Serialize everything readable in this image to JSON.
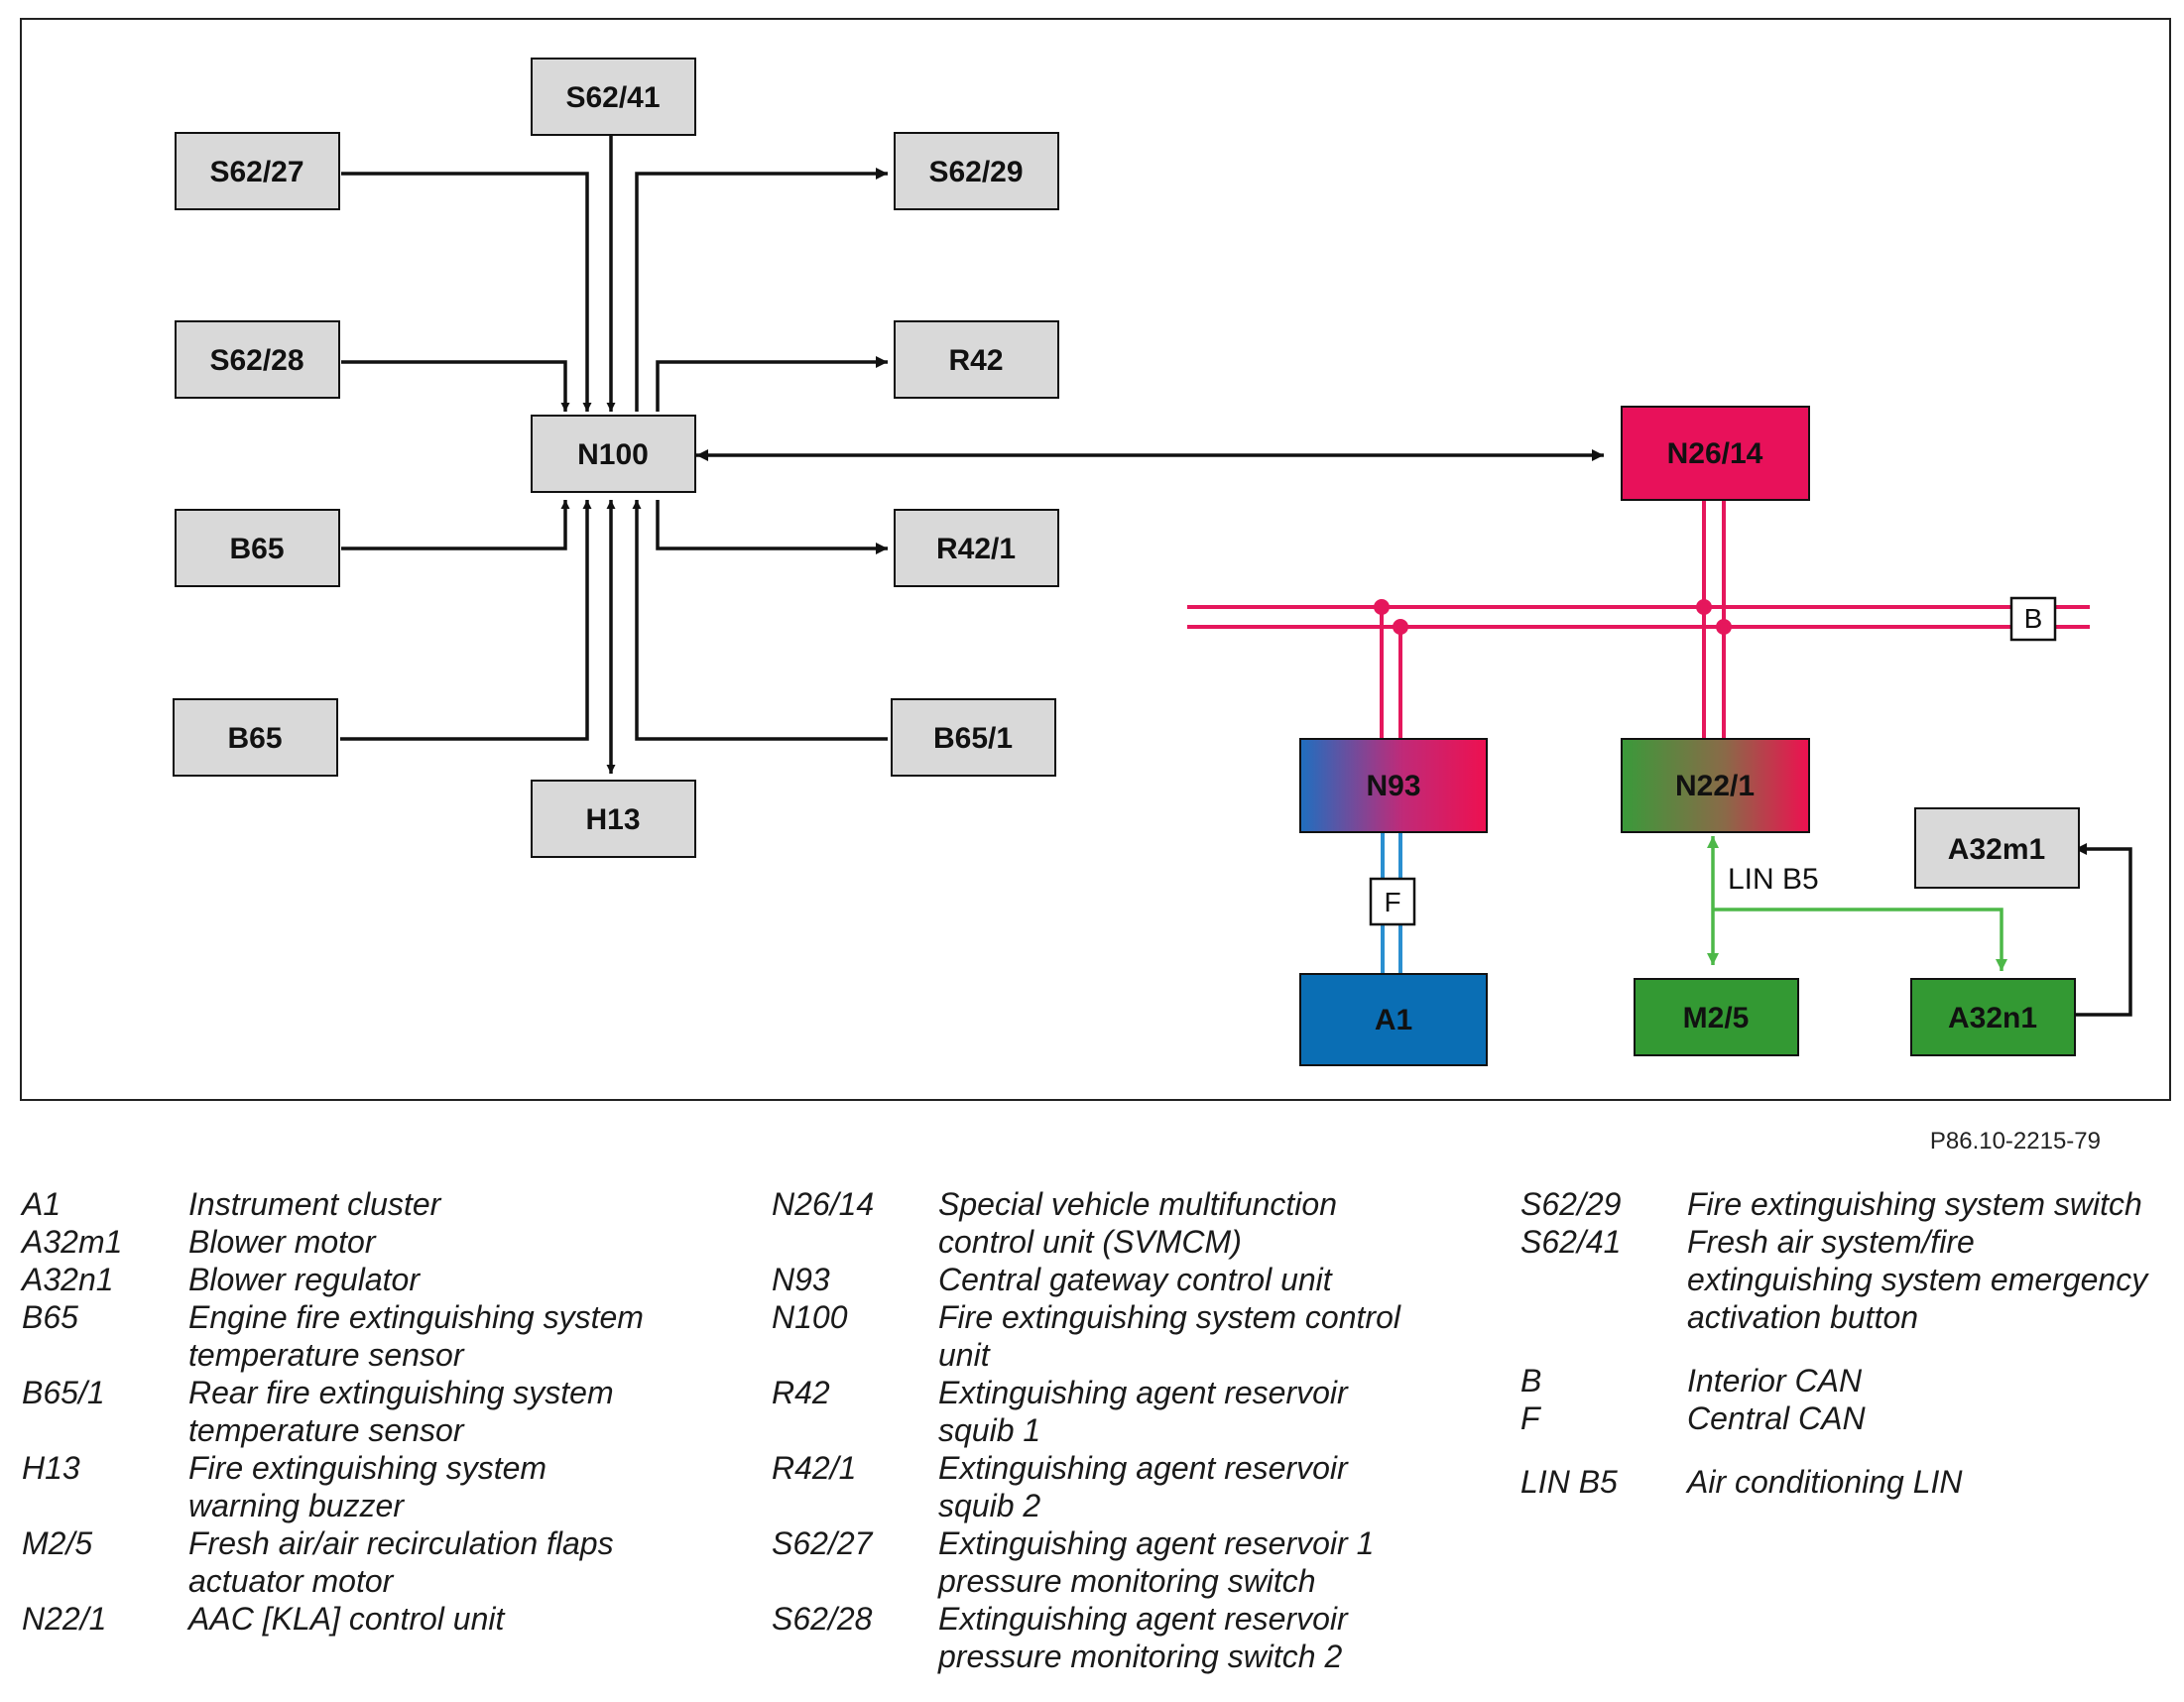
{
  "boxes": {
    "s62_41": "S62/41",
    "s62_27": "S62/27",
    "s62_29": "S62/29",
    "s62_28": "S62/28",
    "r42": "R42",
    "n100": "N100",
    "n26_14": "N26/14",
    "b65_a": "B65",
    "r42_1": "R42/1",
    "b65_b": "B65",
    "b65_1": "B65/1",
    "h13": "H13",
    "n93": "N93",
    "n22_1": "N22/1",
    "a32m1": "A32m1",
    "a1": "A1",
    "m2_5": "M2/5",
    "a32n1": "A32n1"
  },
  "bus_labels": {
    "b": "B",
    "f": "F",
    "lin": "LIN B5"
  },
  "reference": "P86.10-2215-79",
  "legend": {
    "col1": [
      {
        "code": "A1",
        "desc": [
          "Instrument cluster"
        ]
      },
      {
        "code": "A32m1",
        "desc": [
          "Blower motor"
        ]
      },
      {
        "code": "A32n1",
        "desc": [
          "Blower regulator"
        ]
      },
      {
        "code": "B65",
        "desc": [
          "Engine fire extinguishing system",
          "temperature sensor"
        ]
      },
      {
        "code": "B65/1",
        "desc": [
          "Rear fire extinguishing system",
          "temperature sensor"
        ]
      },
      {
        "code": "H13",
        "desc": [
          "Fire extinguishing system",
          "warning buzzer"
        ]
      },
      {
        "code": "M2/5",
        "desc": [
          "Fresh air/air recirculation flaps",
          "actuator motor"
        ]
      },
      {
        "code": "N22/1",
        "desc": [
          "AAC [KLA] control unit"
        ]
      }
    ],
    "col2": [
      {
        "code": "N26/14",
        "desc": [
          "Special vehicle multifunction",
          "control unit (SVMCM)"
        ]
      },
      {
        "code": "N93",
        "desc": [
          "Central gateway control unit"
        ]
      },
      {
        "code": "N100",
        "desc": [
          "Fire extinguishing system control",
          "unit"
        ]
      },
      {
        "code": "R42",
        "desc": [
          "Extinguishing agent reservoir",
          "squib 1"
        ]
      },
      {
        "code": "R42/1",
        "desc": [
          "Extinguishing agent reservoir",
          "squib 2"
        ]
      },
      {
        "code": "S62/27",
        "desc": [
          "Extinguishing agent reservoir 1",
          "pressure monitoring switch"
        ]
      },
      {
        "code": "S62/28",
        "desc": [
          "Extinguishing agent reservoir",
          "pressure monitoring switch 2"
        ]
      }
    ],
    "col3": [
      {
        "code": "S62/29",
        "desc": [
          "Fire extinguishing system switch"
        ]
      },
      {
        "code": "S62/41",
        "desc": [
          "Fresh air system/fire",
          "extinguishing system emergency",
          "activation button"
        ]
      },
      {
        "code": "B",
        "desc": [
          "Interior CAN"
        ],
        "gap_before": true
      },
      {
        "code": "F",
        "desc": [
          "Central CAN"
        ]
      },
      {
        "code": "LIN B5",
        "desc": [
          "Air conditioning LIN"
        ],
        "gap_before": true
      }
    ]
  },
  "colors": {
    "grey_box": "#d9d9d9",
    "can_b": "#e5175c",
    "can_f": "#2a8fd0",
    "lin": "#4db848",
    "blue_box": "#0a6eb4",
    "green_box": "#339933"
  }
}
